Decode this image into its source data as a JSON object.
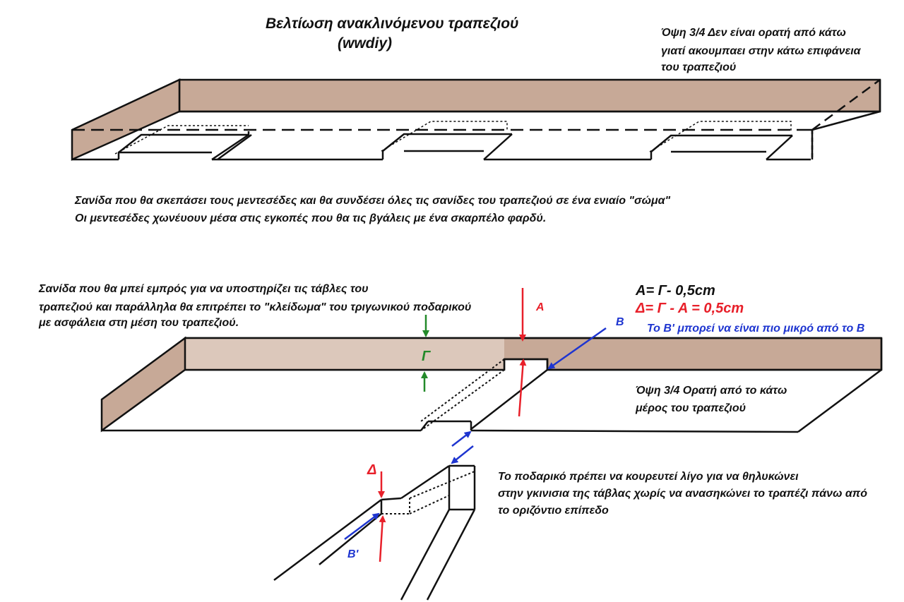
{
  "title": {
    "line1": "Βελτίωση ανακλινόμενου τραπεζιού",
    "line2": "(wwdiy)"
  },
  "top_view_note": {
    "line1": "Όψη 3/4 Δεν είναι ορατή από κάτω",
    "line2": "γιατί ακουμπαει στην κάτω επιφάνεια",
    "line3": "του τραπεζιού"
  },
  "board_note": {
    "line1": "Σανίδα που θα σκεπάσει τους μεντεσέδες και θα συνδέσει όλες τις σανίδες του τραπεζιού σε ένα ενιαίο \"σώμα\"",
    "line2": "Οι μεντεσέδες χωνέυουν μέσα στις εγκοπές που θα τις βγάλεις με ένα σκαρπέλο φαρδύ."
  },
  "front_board_note": {
    "line1": "Σανίδα που θα μπεί εμπρός για να υποστηρίζει τις τάβλες του",
    "line2": "τραπεζιού και παράλληλα θα επιτρέπει το \"κλείδωμα\" του τριγωνικού ποδαρικού",
    "line3": "με ασφάλεια στη μέση του τραπεζιού."
  },
  "formulas": {
    "a_eq": "Α= Γ- 0,5cm",
    "d_eq": "Δ= Γ - Α = 0,5cm",
    "b_note": "Το Β' μπορεί να είναι πιο μικρό από το Β"
  },
  "bottom_view_note": {
    "line1": "Όψη 3/4 Ορατή από το κάτω",
    "line2": "μέρος του τραπεζιού"
  },
  "leg_note": {
    "line1": "Το ποδαρικό πρέπει να κουρευτεί λίγο για να θηλυκώνει",
    "line2": "στην γκινισια της τάβλας χωρίς να ανασηκώνει το τραπέζι πάνω από",
    "line3": "το οριζόντιο επίπεδο"
  },
  "labels": {
    "A": "Α",
    "B": "Β",
    "G": "Γ",
    "D": "Δ",
    "B_prime": "Β'"
  },
  "colors": {
    "wood_face": "#c7a997",
    "wood_inner": "#dcc8bb",
    "outline": "#111111",
    "red": "#e8202a",
    "blue": "#1e35d0",
    "green": "#238a2a"
  }
}
